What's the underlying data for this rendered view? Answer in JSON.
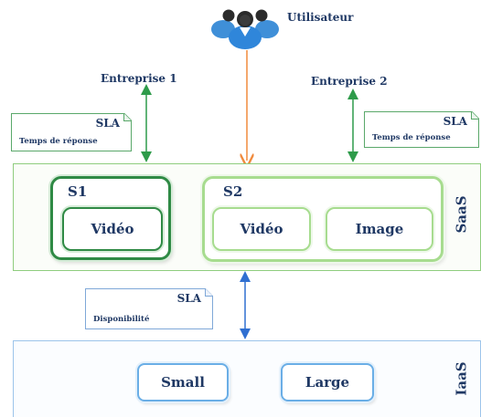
{
  "user": {
    "label": "Utilisateur",
    "icon": "users-group-icon"
  },
  "enterprises": [
    {
      "label": "Entreprise 1"
    },
    {
      "label": "Entreprise 2"
    }
  ],
  "sla_notes": [
    {
      "title": "SLA",
      "text": "Temps de réponse"
    },
    {
      "title": "SLA",
      "text": "Temps de réponse"
    },
    {
      "title": "SLA",
      "text": "Disponibilité"
    }
  ],
  "layers": {
    "saas": {
      "label": "SaaS",
      "services": [
        {
          "title": "S1",
          "components": [
            "Vidéo"
          ]
        },
        {
          "title": "S2",
          "components": [
            "Vidéo",
            "Image"
          ]
        }
      ]
    },
    "iaas": {
      "label": "IaaS",
      "vms": [
        "Small",
        "Large"
      ]
    }
  },
  "colors": {
    "text": "#1f3864",
    "arrow_green": "#2e9b4a",
    "arrow_orange": "#f08a3c",
    "arrow_blue": "#2f6fd1",
    "saas_border": "#8fcd7e",
    "iaas_border": "#9cc4ea"
  }
}
